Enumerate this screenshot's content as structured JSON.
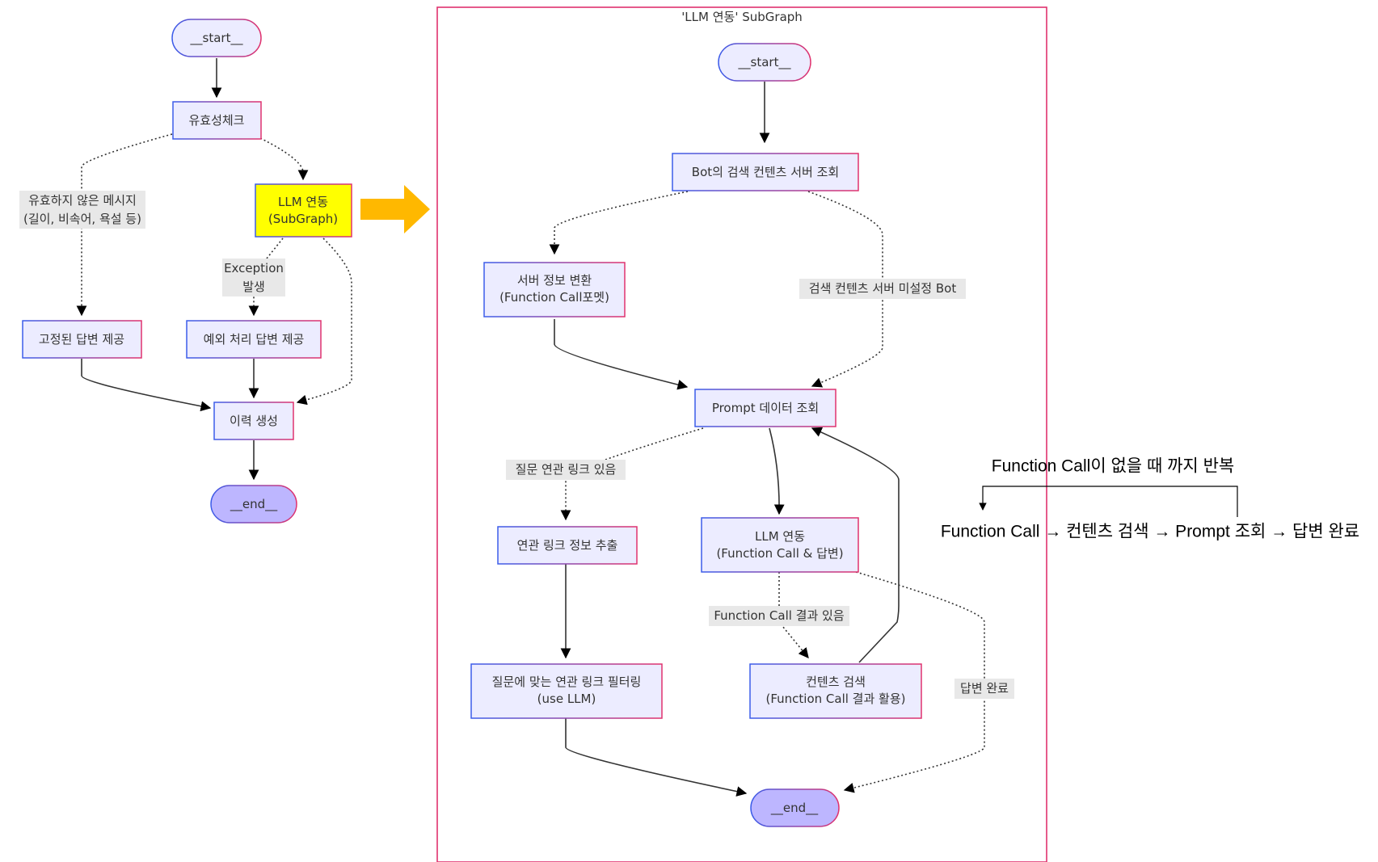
{
  "main": {
    "start": "__start__",
    "validity_check": "유효성체크",
    "invalid_label_1": "유효하지 않은 메시지",
    "invalid_label_2": "(길이, 비속어, 욕설 등)",
    "llm_node_1": "LLM 연동",
    "llm_node_2": "(SubGraph)",
    "exception_label_1": "Exception",
    "exception_label_2": "발생",
    "fixed_answer": "고정된 답변 제공",
    "exception_answer": "예외 처리 답변 제공",
    "history": "이력 생성",
    "end": "__end__"
  },
  "subgraph": {
    "title": "'LLM 연동' SubGraph",
    "start": "__start__",
    "bot_lookup": "Bot의 검색 컨텐츠 서버 조회",
    "server_info_1": "서버 정보 변환",
    "server_info_2": "(Function Call포멧)",
    "unset_label": "검색 컨텐츠 서버 미설정 Bot",
    "prompt_lookup": "Prompt 데이터 조회",
    "link_label": "질문 연관 링크 있음",
    "link_extract": "연관 링크 정보 추출",
    "llm_1": "LLM 연동",
    "llm_2": "(Function Call & 답변)",
    "fc_result_label": "Function Call 결과 있음",
    "answer_done_label": "답변 완료",
    "link_filter_1": "질문에 맞는 연관 링크 필터링",
    "link_filter_2": "(use LLM)",
    "content_search_1": "컨텐츠 검색",
    "content_search_2": "(Function Call 결과 활용)",
    "end": "__end__"
  },
  "side_note": {
    "loop_title": "Function Call이 없을 때 까지 반복",
    "flow": "Function Call → 컨텐츠 검색 → Prompt 조회 → 답변 완료"
  },
  "colors": {
    "node_fill": "#ECECFF",
    "terminal_end_fill": "#BDB6FF",
    "highlight_fill": "#FFFF00",
    "arrow": "#FFB800",
    "border_blue": "#3c5dea",
    "border_red": "#e0326e"
  }
}
